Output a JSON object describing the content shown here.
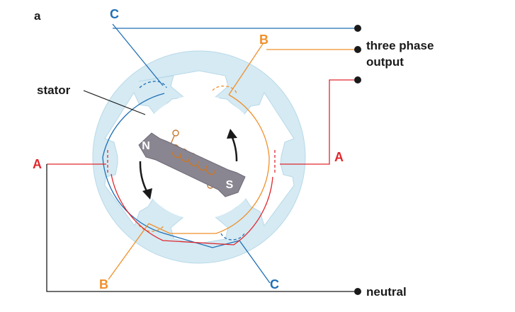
{
  "figure_label": "a",
  "labels": {
    "stator": "stator",
    "three_phase_line1": "three phase",
    "three_phase_line2": "output",
    "neutral": "neutral"
  },
  "phases": {
    "a": {
      "label": "A",
      "color": "#e0282e"
    },
    "b": {
      "label": "B",
      "color": "#f0902a"
    },
    "c": {
      "label": "C",
      "color": "#1f6fb5"
    }
  },
  "rotor": {
    "north_label": "N",
    "south_label": "S",
    "coil_color": "#c9772a",
    "bar_color": "#8a8691"
  },
  "colors": {
    "stator_fill": "#d5eaf3",
    "stator_edge": "#b8d9e8",
    "wire": "#1a1a1a"
  }
}
